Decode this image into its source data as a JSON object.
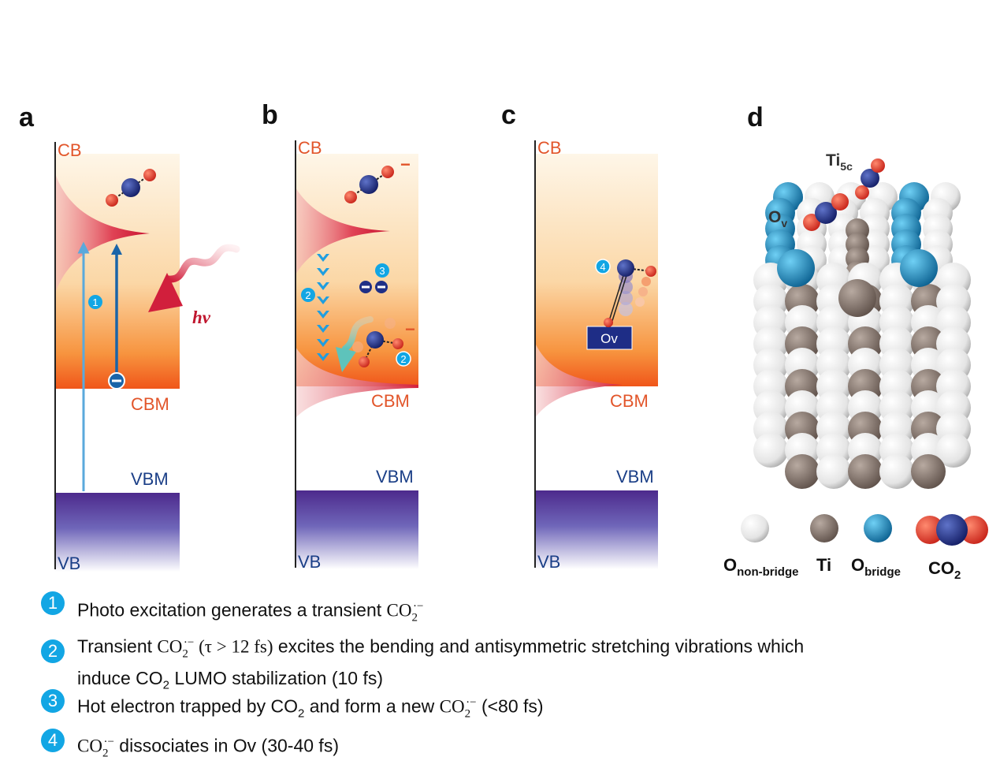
{
  "panels": [
    {
      "letter": "a",
      "cb": "CB",
      "cbm": "CBM",
      "vbm": "VBM",
      "vb": "VB",
      "hv": "hv"
    },
    {
      "letter": "b",
      "cb": "CB",
      "cbm": "CBM",
      "vbm": "VBM",
      "vb": "VB"
    },
    {
      "letter": "c",
      "cb": "CB",
      "cbm": "CBM",
      "vbm": "VBM",
      "vb": "VB",
      "ov_box": "Ov"
    },
    {
      "letter": "d"
    }
  ],
  "badges": {
    "one": "1",
    "two": "2",
    "three": "3",
    "four": "4"
  },
  "minus": "−",
  "structure": {
    "ti5c_label": "Ti",
    "ti5c_sub": "5c",
    "ov_label": "O",
    "ov_sub": "v",
    "legend": {
      "o_nonbridge": "O",
      "o_nonbridge_sub": "non-bridge",
      "ti": "Ti",
      "o_bridge": "O",
      "o_bridge_sub": "bridge",
      "co2": "CO",
      "co2_sub": "2"
    }
  },
  "colors": {
    "band_top": "#fdf1dc",
    "band_bottom": "#f26a1b",
    "vb_top": "#5b2e8f",
    "vb_bottom": "#ffffff",
    "peak": "#d9213b",
    "arrow_light": "#5aa9dc",
    "arrow_dark": "#1a64a8",
    "badge": "#12a6e4",
    "cb_label": "#e2552a",
    "vbm_label": "#1b3f87",
    "o_red": "#e23a2a",
    "c_blue": "#1f2f86",
    "ti_gray": "#8b7b72",
    "o_white": "#f3f3f3",
    "o_bridge": "#1890c8"
  },
  "captions": [
    {
      "num": "1",
      "parts": [
        "Photo excitation generates a transient ",
        "CO",
        "2",
        "·−",
        ""
      ]
    },
    {
      "num": "2",
      "line1_a": "Transient ",
      "sym": "CO",
      "sym_sub": "2",
      "sym_sup": "·−",
      "tau": "  (τ > 12  fs)",
      "line1_b": " excites the bending and antisymmetric stretching vibrations which",
      "line2_a": "induce CO",
      "line2_sub": "2",
      "line2_b": " LUMO stabilization (10 fs)"
    },
    {
      "num": "3",
      "a": "Hot electron trapped by CO",
      "sub": "2",
      "b": " and form a new ",
      "sym": "CO",
      "sym_sub": "2",
      "sym_sup": "·−",
      "c": " (<80 fs)"
    },
    {
      "num": "4",
      "sym": "CO",
      "sym_sub": "2",
      "sym_sup": "·−",
      "a": " dissociates in Ov (30-40 fs)"
    }
  ]
}
